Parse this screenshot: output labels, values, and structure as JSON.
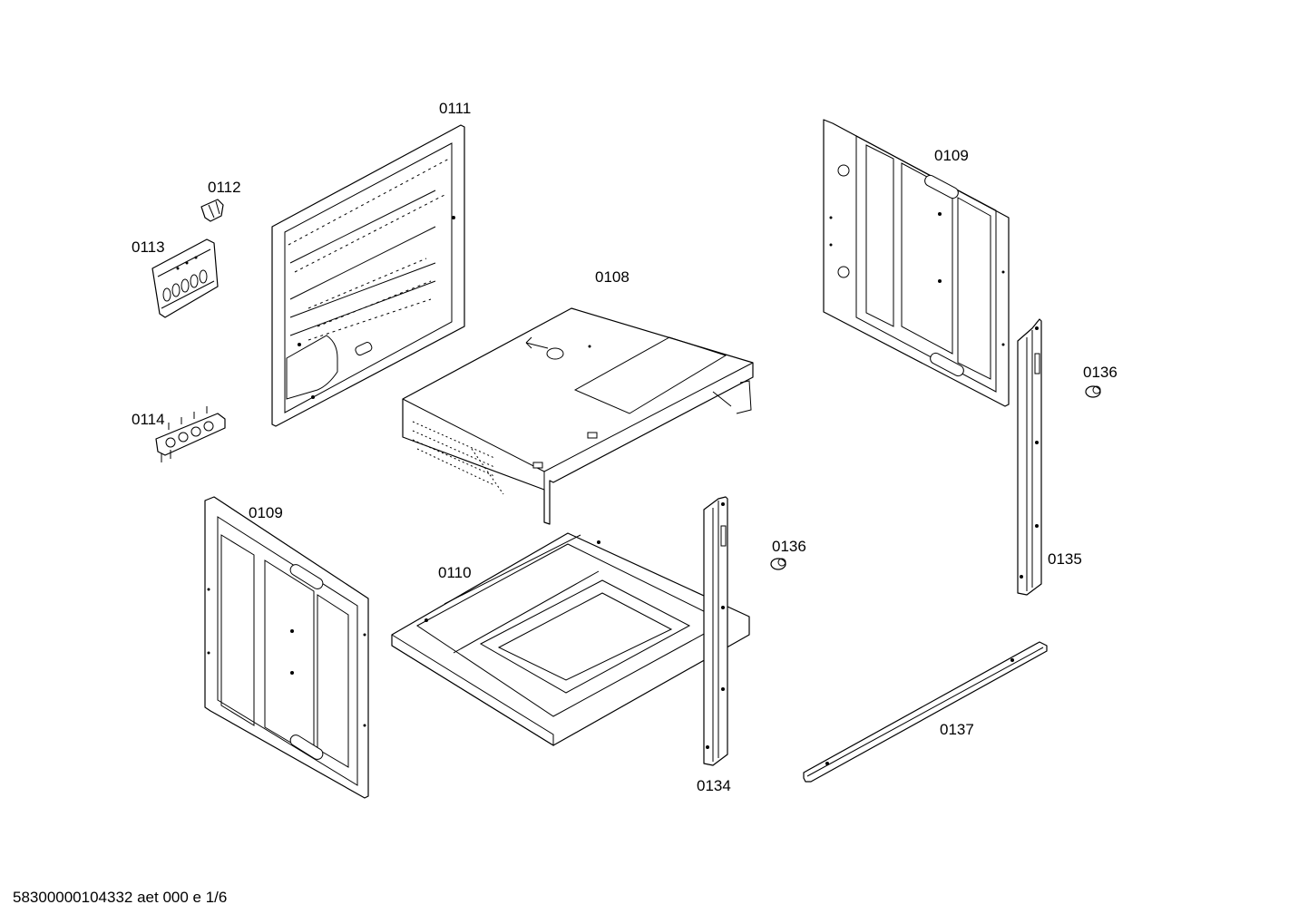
{
  "labels": {
    "part_0111": "0111",
    "part_0112": "0112",
    "part_0113": "0113",
    "part_0114": "0114",
    "part_0108": "0108",
    "part_0109_right": "0109",
    "part_0109_left": "0109",
    "part_0110": "0110",
    "part_0134": "0134",
    "part_0135": "0135",
    "part_0136_center": "0136",
    "part_0136_right": "0136",
    "part_0137": "0137"
  },
  "footer": {
    "document_id": "58300000104332 aet 000 e 1/6"
  }
}
